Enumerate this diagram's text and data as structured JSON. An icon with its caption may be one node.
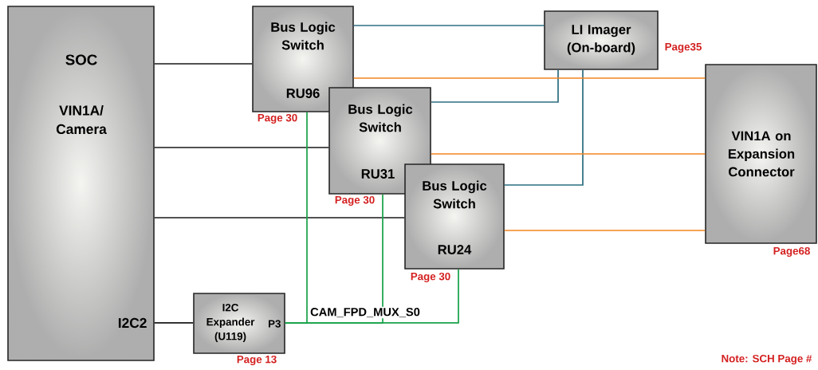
{
  "diagram": {
    "nodes": [
      {
        "text": [
          "SOC",
          "VIN1A/ Camera",
          "I2C2"
        ]
      },
      {
        "text": [
          "Bus Logic Switch",
          "RU96"
        ],
        "beside": [
          "Page 30"
        ]
      },
      {
        "text": [
          "Bus Logic Switch",
          "RU31"
        ],
        "beside": [
          "Page 30"
        ]
      },
      {
        "text": [
          "Bus Logic Switch",
          "RU24"
        ],
        "beside": [
          "Page 30"
        ]
      },
      {
        "text": [
          "LI Imager (On-board)"
        ],
        "beside": [
          "Page35"
        ]
      },
      {
        "text": [
          "VIN1A on Expansion Connector"
        ],
        "beside": [
          "Page68"
        ]
      },
      {
        "text": [
          "I2C Expander (U119)",
          "P3"
        ],
        "beside": [
          "Page 13"
        ]
      }
    ],
    "edges": [
      {
        "from": 0,
        "to": 1,
        "arrow": "none"
      },
      {
        "from": 0,
        "to": 2,
        "arrow": "none"
      },
      {
        "from": 0,
        "to": 3,
        "arrow": "none"
      },
      {
        "from": 0,
        "to": 6,
        "arrow": "none"
      },
      {
        "from": 1,
        "to": 4,
        "arrow": "none",
        "color": "#2e6f82"
      },
      {
        "from": 2,
        "to": 4,
        "arrow": "none",
        "color": "#2e6f82"
      },
      {
        "from": 3,
        "to": 4,
        "arrow": "none",
        "color": "#2e6f82"
      },
      {
        "from": 1,
        "to": 5,
        "arrow": "none",
        "color": "#f5841f"
      },
      {
        "from": 2,
        "to": 5,
        "arrow": "none",
        "color": "#f5841f"
      },
      {
        "from": 3,
        "to": 5,
        "arrow": "none",
        "color": "#f5841f"
      },
      {
        "from": 6,
        "to": 1,
        "arrow": "none",
        "color": "#1aa34a"
      },
      {
        "from": 6,
        "to": 2,
        "arrow": "none",
        "color": "#1aa34a"
      },
      {
        "from": 6,
        "to": 3,
        "arrow": "none",
        "color": "#1aa34a",
        "label": "CAM_FPD_MUX_S0"
      }
    ],
    "labels": [
      "Note: SCH Page #"
    ]
  }
}
